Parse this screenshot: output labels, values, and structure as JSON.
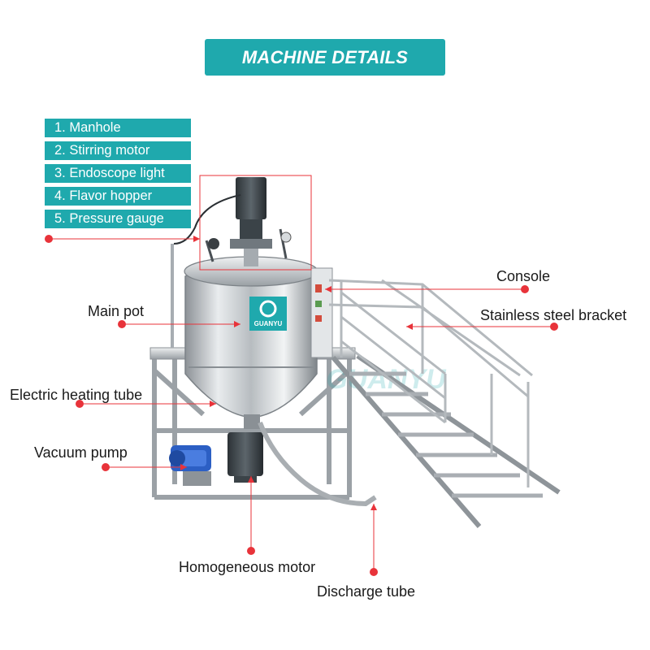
{
  "banner": {
    "title": "MACHINE DETAILS"
  },
  "parts_list": [
    "1. Manhole",
    "2. Stirring motor",
    "3. Endoscope light",
    "4. Flavor hopper",
    "5. Pressure gauge"
  ],
  "callouts": {
    "console": "Console",
    "main_pot": "Main pot",
    "stainless_steel_bracket": "Stainless steel bracket",
    "electric_heating_tube": "Electric heating tube",
    "vacuum_pump": "Vacuum pump",
    "homogeneous_motor": "Homogeneous motor",
    "discharge_tube": "Discharge tube"
  },
  "logo": {
    "text": "GUANYU"
  },
  "colors": {
    "accent": "#1fa9ad",
    "callout": "#e8333a"
  }
}
